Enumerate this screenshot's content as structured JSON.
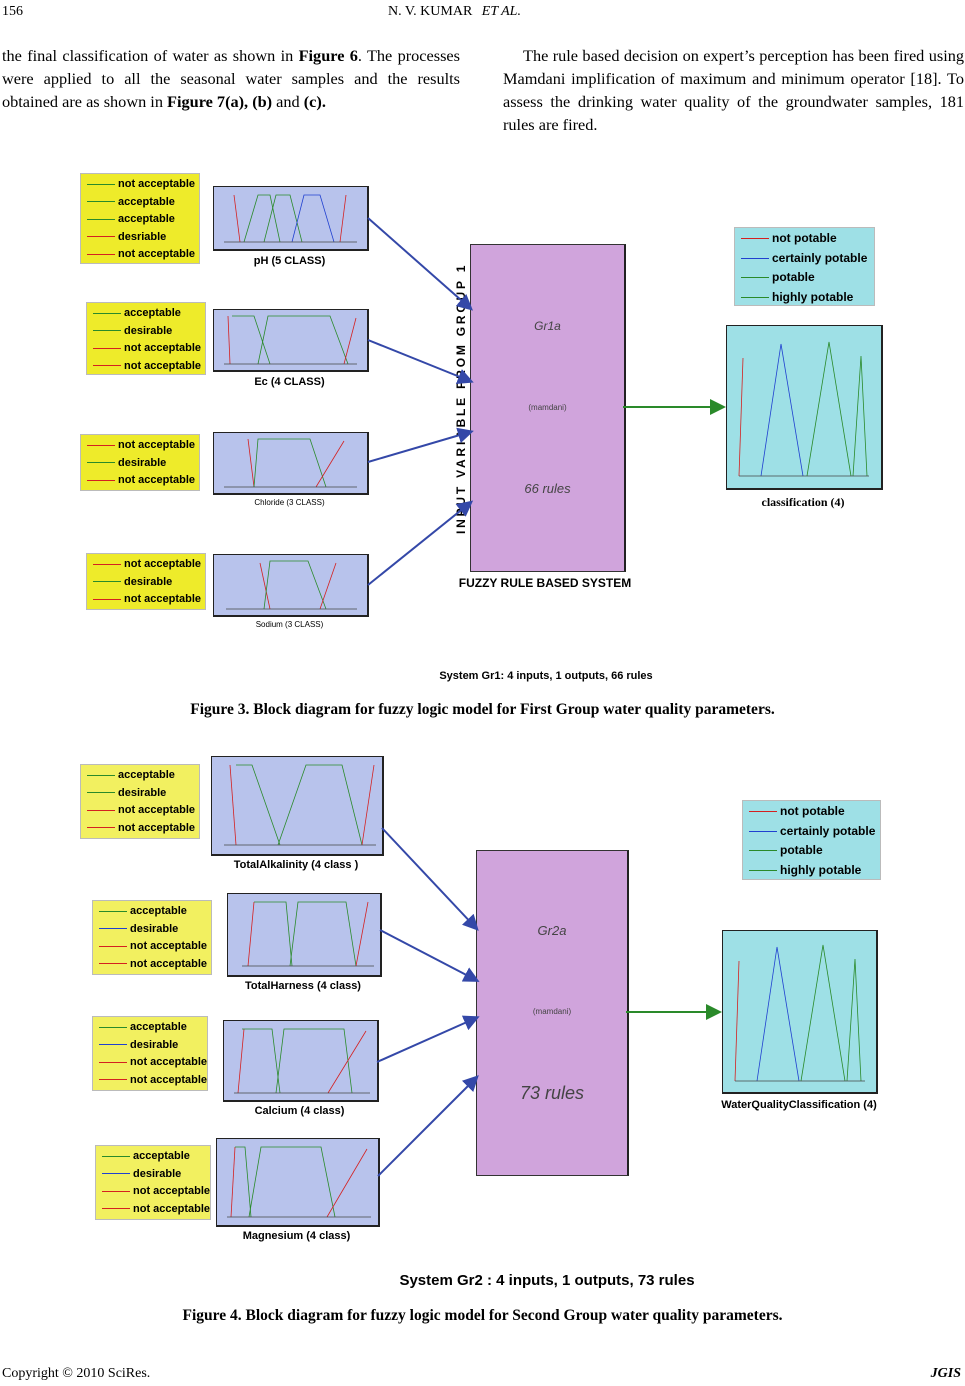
{
  "header": {
    "page_number": "156",
    "running_title": "N. V. KUMAR",
    "running_etal": "ET AL."
  },
  "body": {
    "left_col": [
      {
        "t": "the final classification of water as shown in "
      },
      {
        "b": "Figure 6"
      },
      {
        "t": ". The processes were applied to all the seasonal water samples and the results obtained are as shown in "
      },
      {
        "b": "Figure 7(a), (b)"
      },
      {
        "t": " and "
      },
      {
        "b": "(c)."
      }
    ],
    "right_col": "The rule based decision on expert’s perception has been fired using Mamdani implification of maximum and minimum operator [18]. To assess the drinking water quality of the groundwater samples, 181 rules are fired."
  },
  "figure3": {
    "inputs": [
      {
        "caption": "pH (5 CLASS)",
        "legend": [
          "not acceptable",
          "acceptable",
          "acceptable",
          "desriable",
          "not acceptable"
        ]
      },
      {
        "caption": "Ec (4 CLASS)",
        "legend": [
          "acceptable",
          "desirable",
          "not acceptable",
          "not acceptable"
        ]
      },
      {
        "caption": "Chloride (3 CLASS)",
        "legend": [
          "not acceptable",
          "desirable",
          "not acceptable"
        ]
      },
      {
        "caption": "Sodium (3 CLASS)",
        "legend": [
          "not acceptable",
          "desirable",
          "not acceptable"
        ]
      }
    ],
    "rule_block": {
      "name": "Gr1a",
      "method": "(mamdani)",
      "rules": "66 rules",
      "vertical_label": "INPUT VARIABLE FROM GROUP 1",
      "caption": "FUZZY RULE BASED SYSTEM"
    },
    "output": {
      "caption": "classification (4)",
      "legend": [
        "not potable",
        "certainly potable",
        "potable",
        "highly potable"
      ]
    },
    "system_label": "System Gr1: 4 inputs, 1 outputs, 66 rules",
    "caption": "Figure 3. Block diagram for fuzzy logic model for First Group water quality parameters."
  },
  "figure4": {
    "inputs": [
      {
        "caption": "TotalAlkalinity (4 class )",
        "legend": [
          "acceptable",
          "desirable",
          "not acceptable",
          "not acceptable"
        ]
      },
      {
        "caption": "TotalHarness (4 class)",
        "legend": [
          "acceptable",
          "desirable",
          "not acceptable",
          "not acceptable"
        ]
      },
      {
        "caption": "Calcium (4 class)",
        "legend": [
          "acceptable",
          "desirable",
          "not acceptable",
          "not acceptable"
        ]
      },
      {
        "caption": "Magnesium (4 class)",
        "legend": [
          "acceptable",
          "desirable",
          "not acceptable",
          "not acceptable"
        ]
      }
    ],
    "rule_block": {
      "name": "Gr2a",
      "method": "(mamdani)",
      "rules": "73 rules"
    },
    "output": {
      "caption": "WaterQualityClassification (4)",
      "legend": [
        "not potable",
        "certainly potable",
        "potable",
        "highly potable"
      ]
    },
    "system_label": "System Gr2 : 4 inputs, 1 outputs, 73 rules",
    "caption": "Figure 4. Block diagram for fuzzy logic model for Second Group water quality parameters."
  },
  "footer": {
    "copyright": "Copyright © 2010 SciRes.",
    "journal": "JGIS"
  },
  "colors": {
    "green": "#2a8a2a",
    "red": "#d42020",
    "blue": "#2040d0",
    "yellow": "#eeeb2a",
    "mf_bg": "#b8c3ec",
    "rule_bg": "#d0a4dc",
    "out_bg": "#9ee0e6",
    "arrow": "#3448a8"
  }
}
